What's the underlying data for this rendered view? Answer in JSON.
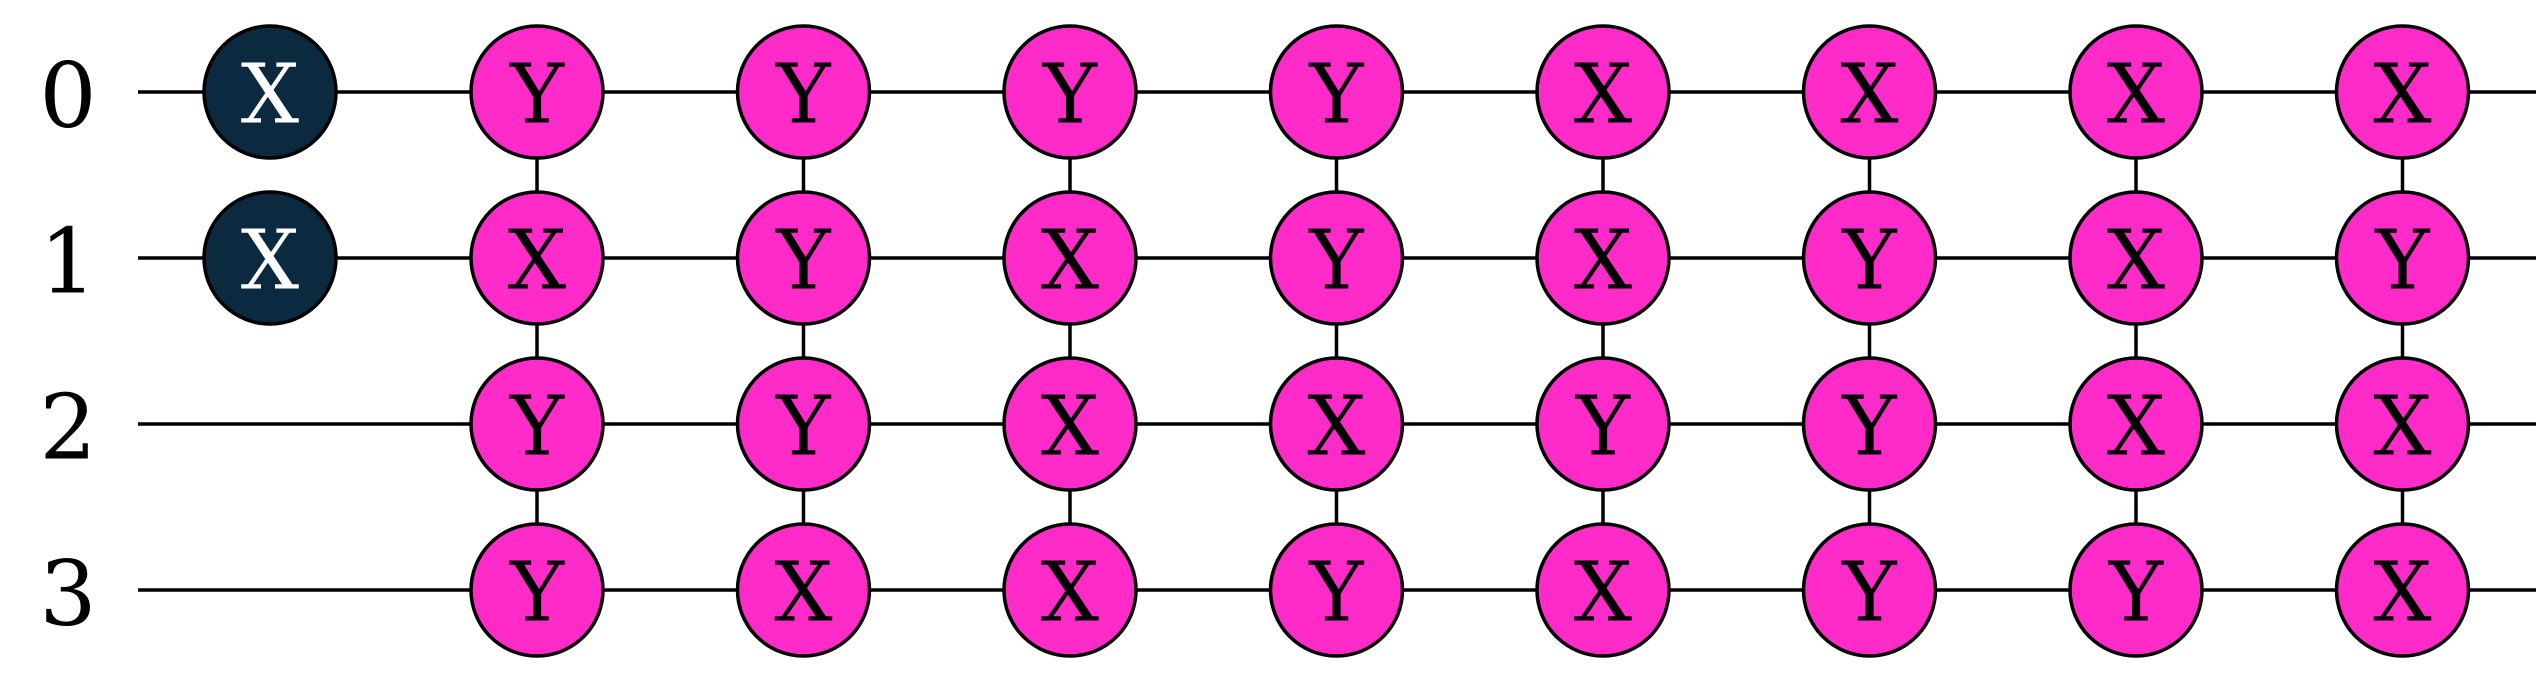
{
  "colors": {
    "background": "#ffffff",
    "wire": "#000000",
    "single_gate_fill": "#0b2a3f",
    "single_gate_text": "#ffffff",
    "multi_gate_fill": "#ff2bc8",
    "multi_gate_text": "#000000"
  },
  "qubit_labels": [
    "0",
    "1",
    "2",
    "3"
  ],
  "single_gates": [
    {
      "wire": 0,
      "label": "X"
    },
    {
      "wire": 1,
      "label": "X"
    }
  ],
  "pauli_layers": [
    [
      "Y",
      "X",
      "Y",
      "Y"
    ],
    [
      "Y",
      "Y",
      "Y",
      "X"
    ],
    [
      "Y",
      "X",
      "X",
      "X"
    ],
    [
      "Y",
      "Y",
      "X",
      "Y"
    ],
    [
      "X",
      "X",
      "Y",
      "X"
    ],
    [
      "X",
      "Y",
      "Y",
      "Y"
    ],
    [
      "X",
      "X",
      "X",
      "Y"
    ],
    [
      "X",
      "Y",
      "X",
      "X"
    ]
  ]
}
